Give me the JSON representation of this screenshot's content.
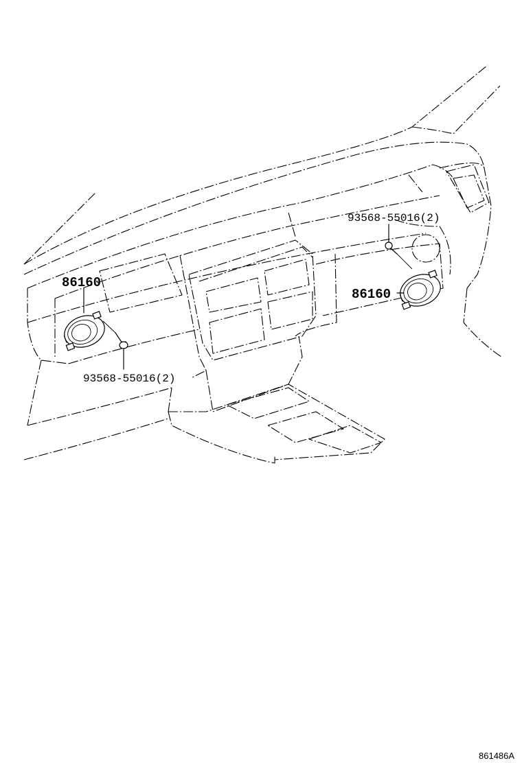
{
  "callouts": {
    "speaker_left": "86160",
    "speaker_right": "86160",
    "screw_left": "93568-55016(2)",
    "screw_right": "93568-55016(2)"
  },
  "illustration_code": "861486A"
}
